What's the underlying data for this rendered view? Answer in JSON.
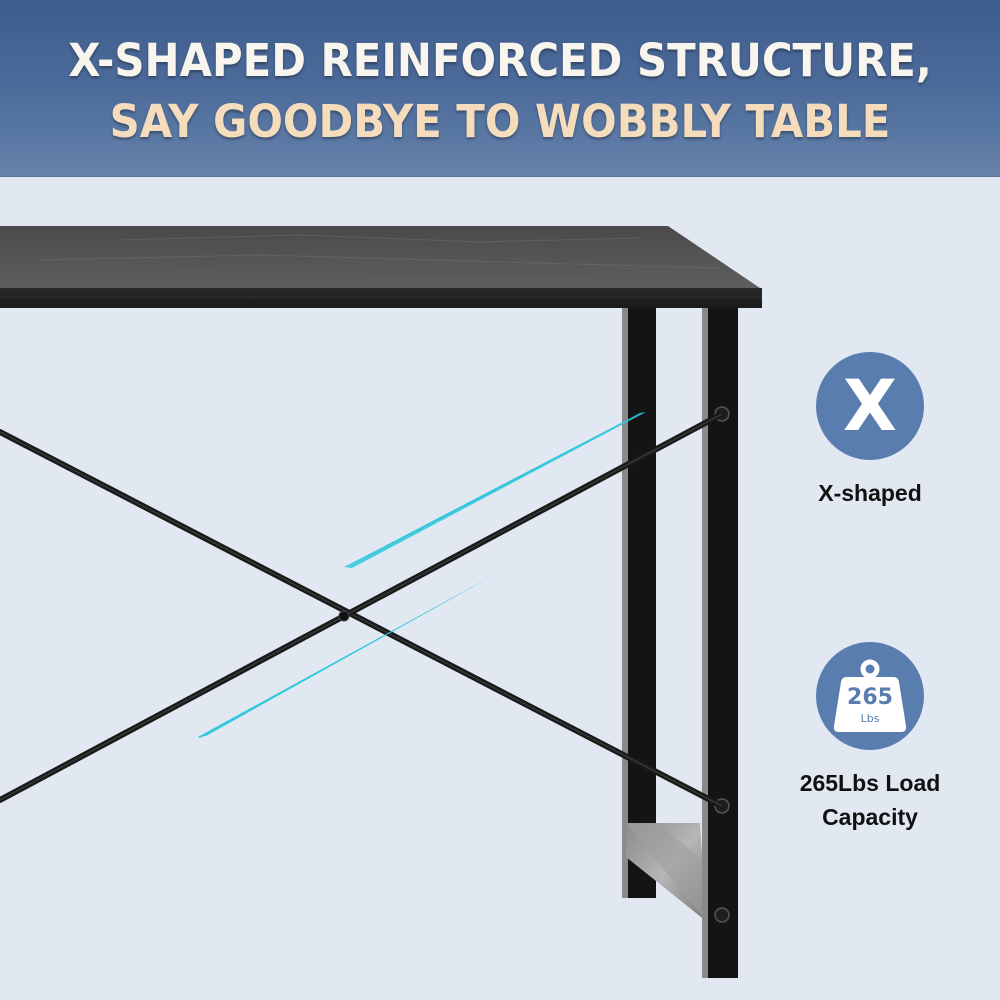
{
  "header": {
    "line1": "X-SHAPED REINFORCED STRUCTURE,",
    "line2": "SAY GOODBYE TO WOBBLY TABLE"
  },
  "features": [
    {
      "icon": "x-letter-icon",
      "glyph": "X",
      "label": "X-shaped"
    },
    {
      "icon": "weight-icon",
      "weight_value": "265",
      "weight_unit": "Lbs",
      "label_line1": "265Lbs Load",
      "label_line2": "Capacity"
    }
  ],
  "colors": {
    "banner_top": "#3e5c8c",
    "banner_bottom": "#6482aa",
    "headline_white": "#f8f4ee",
    "headline_peach": "#f4dcbc",
    "background": "#e2e8f2",
    "icon_circle": "#5a7db0",
    "accent_cyan": "#2cc6dc",
    "table_black": "#141414"
  }
}
